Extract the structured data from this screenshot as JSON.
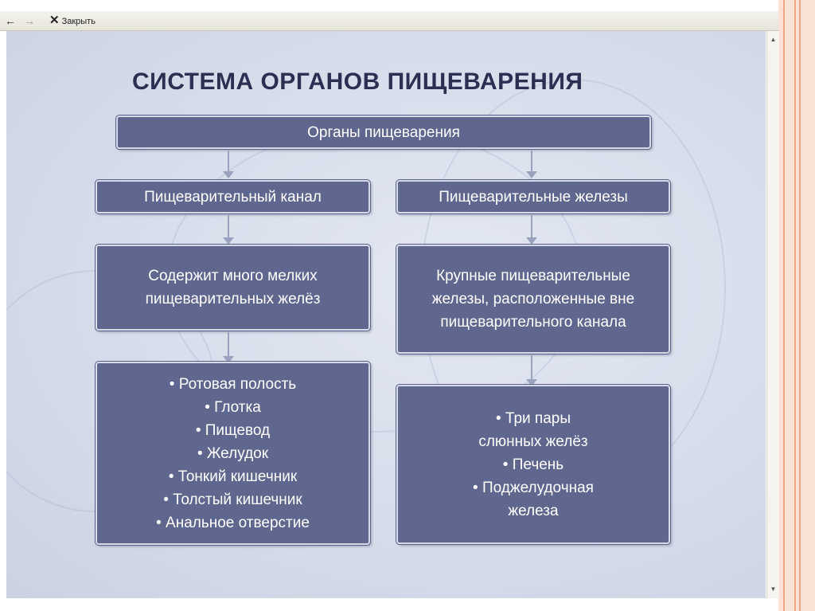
{
  "toolbar": {
    "back_icon": "←",
    "forward_icon": "→",
    "close_icon": "✕",
    "close_label": "Закрыть"
  },
  "slide": {
    "title": "СИСТЕМА ОРГАНОВ ПИЩЕВАРЕНИЯ",
    "root": "Органы пищеварения",
    "left": {
      "header": "Пищеварительный канал",
      "description": "Содержит много мелких пищеварительных желёз",
      "items": [
        "• Ротовая полость",
        "• Глотка",
        "• Пищевод",
        "• Желудок",
        "• Тонкий кишечник",
        "• Толстый кишечник",
        "• Анальное отверстие"
      ]
    },
    "right": {
      "header": "Пищеварительные железы",
      "description_lines": [
        "Крупные пищеварительные",
        "железы, расположенные вне",
        "пищеварительного канала"
      ],
      "items": [
        "• Три пары",
        "слюнных желёз",
        "• Печень",
        "• Поджелудочная",
        "железа"
      ]
    }
  },
  "colors": {
    "box_fill": "#5f678f",
    "title": "#2c2f52",
    "arrow": "#9aa3bd",
    "border_accent": "#f2a587"
  }
}
